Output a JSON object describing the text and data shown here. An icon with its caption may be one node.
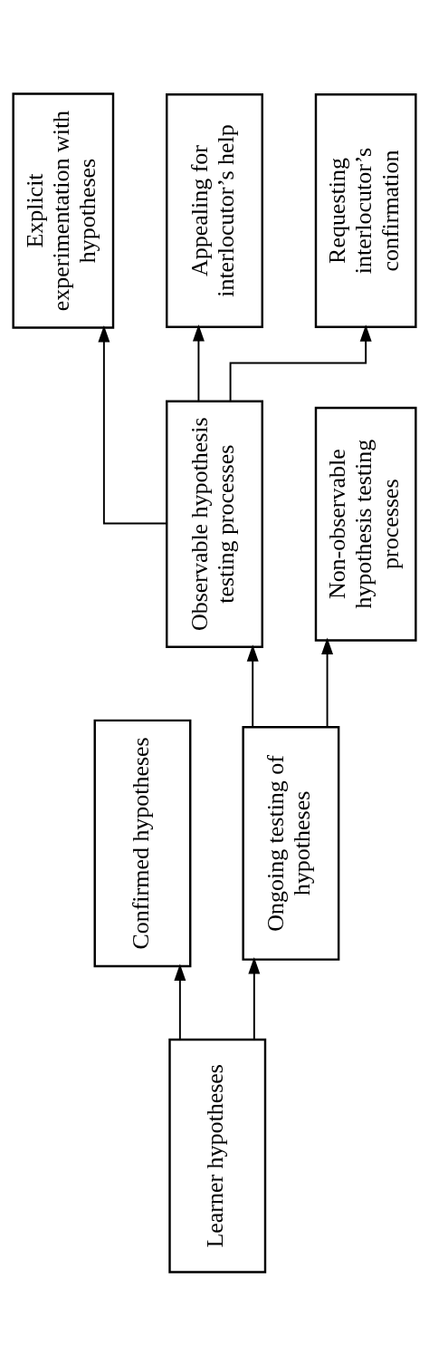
{
  "diagram": {
    "nodes": [
      {
        "text": [
          "Learner hypotheses"
        ]
      },
      {
        "text": [
          "Confirmed hypotheses"
        ]
      },
      {
        "text": [
          "Ongoing testing of hypotheses"
        ]
      },
      {
        "text": [
          "Observable hypothesis testing processes"
        ]
      },
      {
        "text": [
          "Non-observable hypothesis testing processes"
        ]
      },
      {
        "text": [
          "Explicit experimentation with hypotheses"
        ]
      },
      {
        "text": [
          "Appealing for interlocutor’s help"
        ]
      },
      {
        "text": [
          "Requesting interlocutor’s confirmation"
        ]
      }
    ],
    "edges": [
      {
        "from": 0,
        "to": 1,
        "arrow": "to"
      },
      {
        "from": 0,
        "to": 2,
        "arrow": "to"
      },
      {
        "from": 2,
        "to": 3,
        "arrow": "to"
      },
      {
        "from": 2,
        "to": 4,
        "arrow": "to"
      },
      {
        "from": 3,
        "to": 5,
        "arrow": "to"
      },
      {
        "from": 3,
        "to": 6,
        "arrow": "to"
      },
      {
        "from": 3,
        "to": 7,
        "arrow": "to"
      }
    ]
  }
}
